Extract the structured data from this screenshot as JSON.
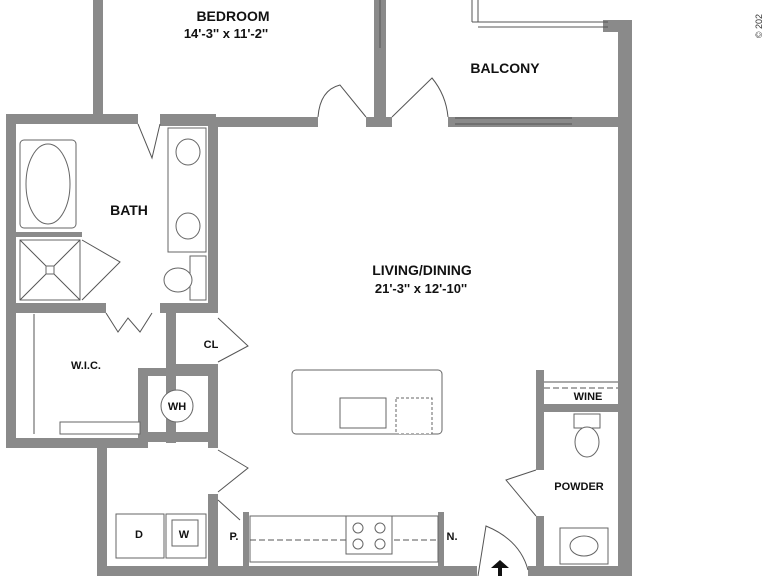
{
  "rooms": {
    "bedroom": {
      "name": "BEDROOM",
      "size": "14'-3'' x 11'-2''"
    },
    "balcony": {
      "name": "BALCONY"
    },
    "bath": {
      "name": "BATH"
    },
    "living": {
      "name": "LIVING/DINING",
      "size": "21'-3'' x 12'-10''"
    },
    "wic": {
      "name": "W.I.C."
    },
    "closet": {
      "name": "CL"
    },
    "water_heater": {
      "name": "WH"
    },
    "wine": {
      "name": "WINE"
    },
    "powder": {
      "name": "POWDER"
    },
    "dryer": {
      "name": "D"
    },
    "washer": {
      "name": "W"
    },
    "pantry": {
      "name": "P."
    },
    "nook": {
      "name": "N."
    }
  },
  "copyright": "© 202",
  "colors": {
    "wall": "#8a8a8a",
    "line": "#555555",
    "text": "#111111"
  }
}
